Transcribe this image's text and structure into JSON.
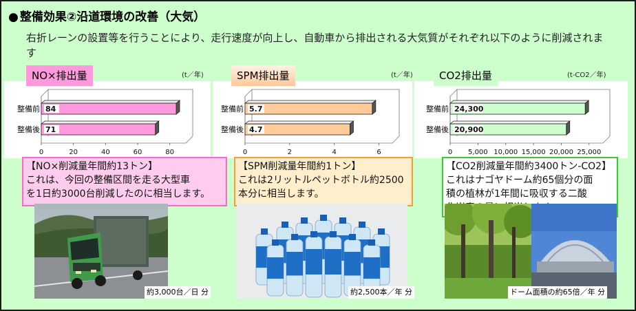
{
  "title": "整備効果②沿道環境の改善（大気）",
  "title_bullet": "●",
  "intro": "右折レーンの設置等を行うことにより、走行速度が向上し、自動車から排出される大気質がそれぞれ以下のように削減されます",
  "colors": {
    "background": "#ccffcc",
    "nox": "#ff99dd",
    "spm": "#ffcc99",
    "co2": "#ccffcc"
  },
  "panels": [
    {
      "id": "nox",
      "label": "NO×排出量",
      "unit": "(t／年)",
      "box_heading": "【NO×削減量年間約13トン】",
      "box_lines": [
        "これは、今回の整備区間を走る大型車",
        "を1日約3000台削減したのに相当します。"
      ],
      "caption": "約3,000台／日 分",
      "photo": "truck-photo"
    },
    {
      "id": "spm",
      "label": "SPM排出量",
      "unit": "(t／年)",
      "box_heading": "【SPM削減量年間約1トン】",
      "box_lines": [
        "これは2リットルペットボトル約2500",
        "本分に相当します。"
      ],
      "caption": "約2,500本／年 分",
      "photo": "bottles-photo"
    },
    {
      "id": "co2",
      "label": "CO2排出量",
      "unit": "(t-CO2／年)",
      "box_heading": "【CO2削減量年間約3400トン-CO2】",
      "box_lines": [
        "これはナゴヤドーム約65個分の面",
        "積の植林が1年間に吸収する二酸",
        "化炭素の量に相当します。"
      ],
      "caption": "ドーム面積の約65倍／年 分",
      "photo": "forest-dome-photo"
    }
  ],
  "chart_data": [
    {
      "type": "bar",
      "orientation": "horizontal",
      "title": "NO×排出量",
      "unit": "(t／年)",
      "categories": [
        "整備前",
        "整備後"
      ],
      "values": [
        84,
        71
      ],
      "value_labels": [
        "84",
        "71"
      ],
      "xlim": [
        0,
        90
      ],
      "ticks": [
        0,
        20,
        40,
        60,
        80
      ],
      "tick_labels": [
        "0",
        "20",
        "40",
        "60",
        "80"
      ],
      "color": "#ff99dd"
    },
    {
      "type": "bar",
      "orientation": "horizontal",
      "title": "SPM排出量",
      "unit": "(t／年)",
      "categories": [
        "整備前",
        "整備後"
      ],
      "values": [
        5.7,
        4.7
      ],
      "value_labels": [
        "5.7",
        "4.7"
      ],
      "xlim": [
        0,
        6.6
      ],
      "ticks": [
        0,
        2,
        4,
        6
      ],
      "tick_labels": [
        "0",
        "2",
        "4",
        "6"
      ],
      "color": "#ffcc99"
    },
    {
      "type": "bar",
      "orientation": "horizontal",
      "title": "CO2排出量",
      "unit": "(t-CO2／年)",
      "categories": [
        "整備前",
        "整備後"
      ],
      "values": [
        24300,
        20900
      ],
      "value_labels": [
        "24,300",
        "20,900"
      ],
      "xlim": [
        0,
        27500
      ],
      "ticks": [
        0,
        5000,
        10000,
        15000,
        20000,
        25000
      ],
      "tick_labels": [
        "0",
        "5,000",
        "10,000",
        "15,000",
        "20,000",
        "25,000"
      ],
      "color": "#ccffcc"
    }
  ]
}
